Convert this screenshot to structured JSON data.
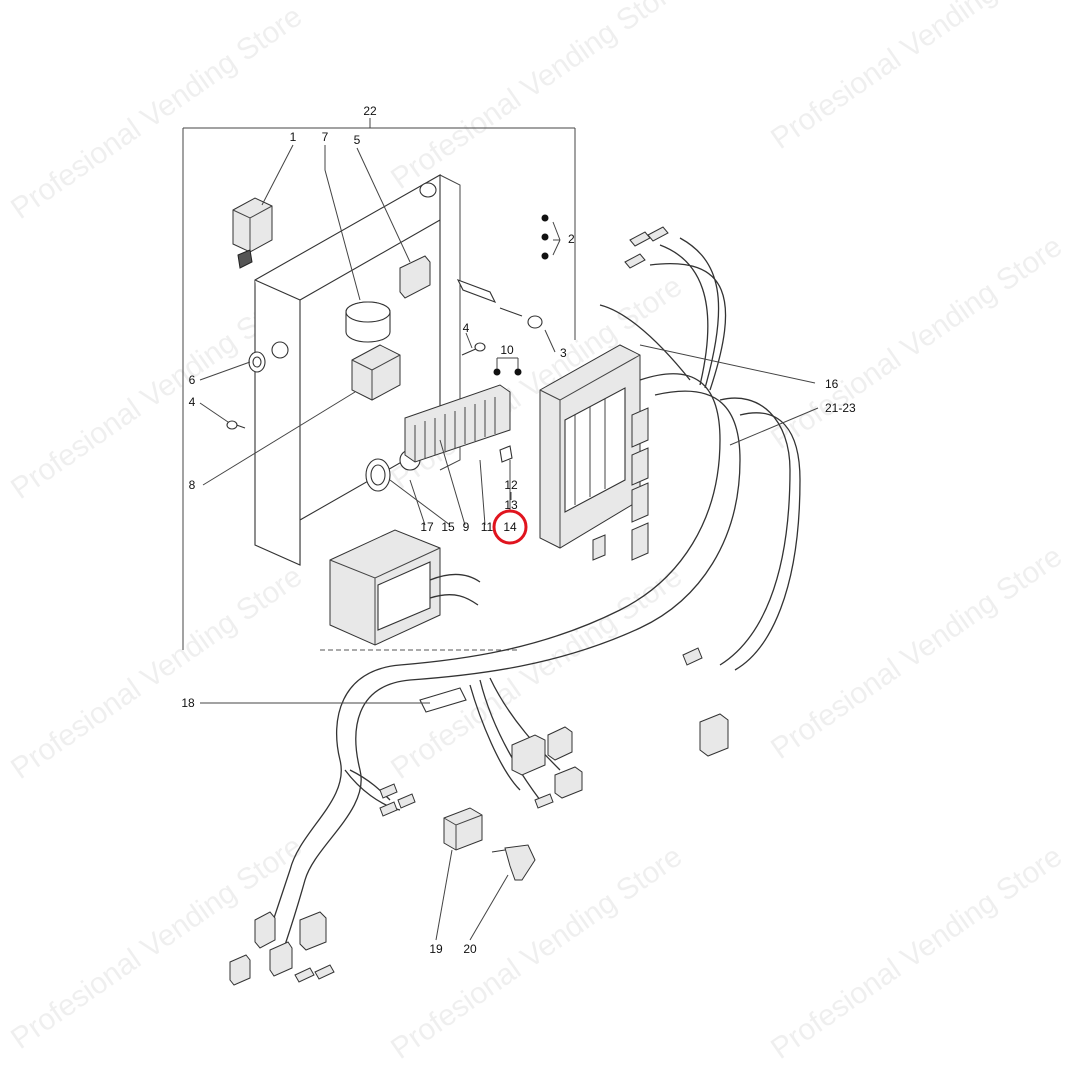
{
  "diagram": {
    "callouts": [
      "1",
      "2",
      "3",
      "4",
      "4",
      "5",
      "6",
      "7",
      "8",
      "9",
      "10",
      "11",
      "12",
      "13",
      "14",
      "15",
      "16",
      "17",
      "18",
      "19",
      "20",
      "21-23",
      "22"
    ],
    "highlighted_callout": "14",
    "highlight_color": "#e0141e"
  },
  "watermark": {
    "text": "Profesional Vending Store"
  }
}
